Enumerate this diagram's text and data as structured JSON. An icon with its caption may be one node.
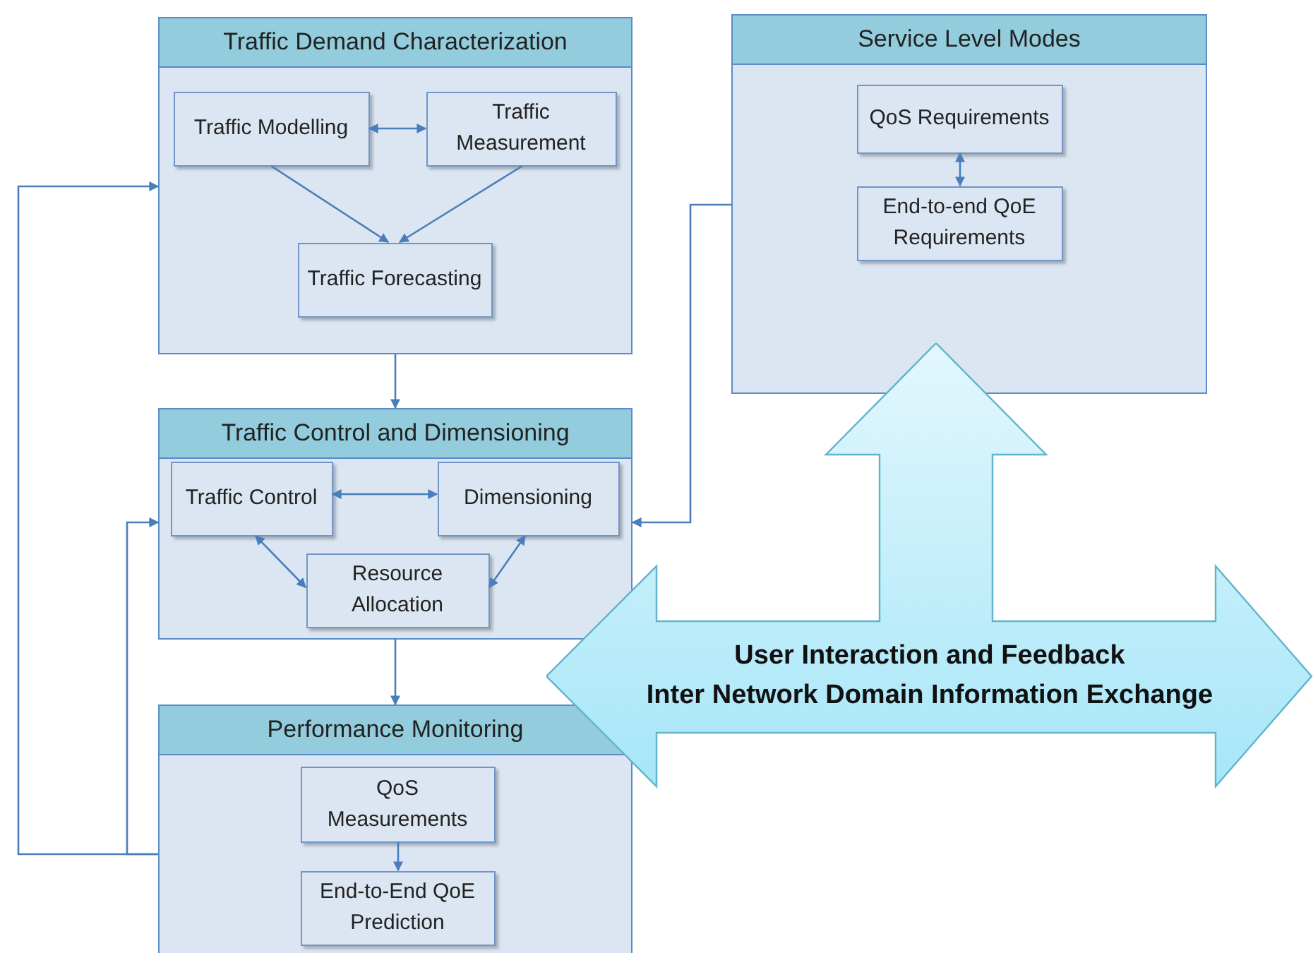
{
  "diagram": {
    "nodes": [
      {
        "text": [
          "Traffic Demand Characterization"
        ]
      },
      {
        "text": [
          "Traffic Modelling"
        ],
        "in": 0
      },
      {
        "text": [
          "Traffic Measurement"
        ],
        "in": 0
      },
      {
        "text": [
          "Traffic Forecasting"
        ],
        "in": 0
      },
      {
        "text": [
          "Service Level Modes"
        ]
      },
      {
        "text": [
          "QoS Requirements"
        ],
        "in": 4
      },
      {
        "text": [
          "End-to-end QoE Requirements"
        ],
        "in": 4
      },
      {
        "text": [
          "Traffic Control and Dimensioning"
        ]
      },
      {
        "text": [
          "Traffic Control"
        ],
        "in": 7
      },
      {
        "text": [
          "Dimensioning"
        ],
        "in": 7
      },
      {
        "text": [
          "Resource Allocation"
        ],
        "in": 7
      },
      {
        "text": [
          "Performance Monitoring"
        ]
      },
      {
        "text": [
          "QoS Measurements"
        ],
        "in": 11
      },
      {
        "text": [
          "End-to-End QoE Prediction"
        ],
        "in": 11
      },
      {
        "text": [
          "User Interaction and Feedback",
          "Inter Network Domain Information Exchange"
        ]
      }
    ],
    "edges": [
      {
        "from": 1,
        "to": 2,
        "arrow": "both"
      },
      {
        "from": 1,
        "to": 3,
        "arrow": "to"
      },
      {
        "from": 2,
        "to": 3,
        "arrow": "to"
      },
      {
        "from": 0,
        "to": 7,
        "arrow": "to"
      },
      {
        "from": 8,
        "to": 9,
        "arrow": "both"
      },
      {
        "from": 8,
        "to": 10,
        "arrow": "both"
      },
      {
        "from": 9,
        "to": 10,
        "arrow": "both"
      },
      {
        "from": 7,
        "to": 11,
        "arrow": "to"
      },
      {
        "from": 5,
        "to": 6,
        "arrow": "both"
      },
      {
        "from": 12,
        "to": 13,
        "arrow": "to"
      },
      {
        "from": 11,
        "to": 0,
        "arrow": "to"
      },
      {
        "from": 11,
        "to": 7,
        "arrow": "to"
      },
      {
        "from": 4,
        "to": 7,
        "arrow": "to"
      }
    ]
  }
}
